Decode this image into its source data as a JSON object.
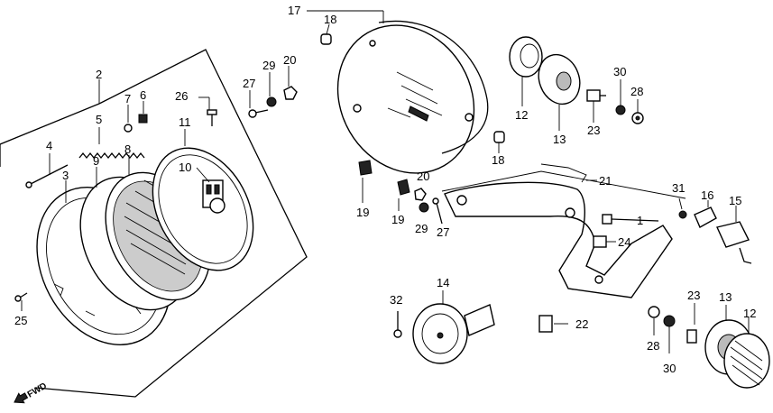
{
  "diagram": {
    "callouts": {
      "c2": "2",
      "c4": "4",
      "c5": "5",
      "c7": "7",
      "c6": "6",
      "c3": "3",
      "c9": "9",
      "c8": "8",
      "c26": "26",
      "c11": "11",
      "c10": "10",
      "c25": "25",
      "c27a": "27",
      "c29a": "29",
      "c20a": "20",
      "c17": "17",
      "c18a": "18",
      "c18b": "18",
      "c19a": "19",
      "c19b": "19",
      "c20b": "20",
      "c29b": "29",
      "c27b": "27",
      "c12a": "12",
      "c13a": "13",
      "c23a": "23",
      "c30a": "30",
      "c28a": "28",
      "c21": "21",
      "c31": "31",
      "c16": "16",
      "c15": "15",
      "c1": "1",
      "c24": "24",
      "c14": "14",
      "c32": "32",
      "c22": "22",
      "c28b": "28",
      "c30b": "30",
      "c23b": "23",
      "c13b": "13",
      "c12b": "12"
    },
    "direction_mark": "FWD"
  }
}
